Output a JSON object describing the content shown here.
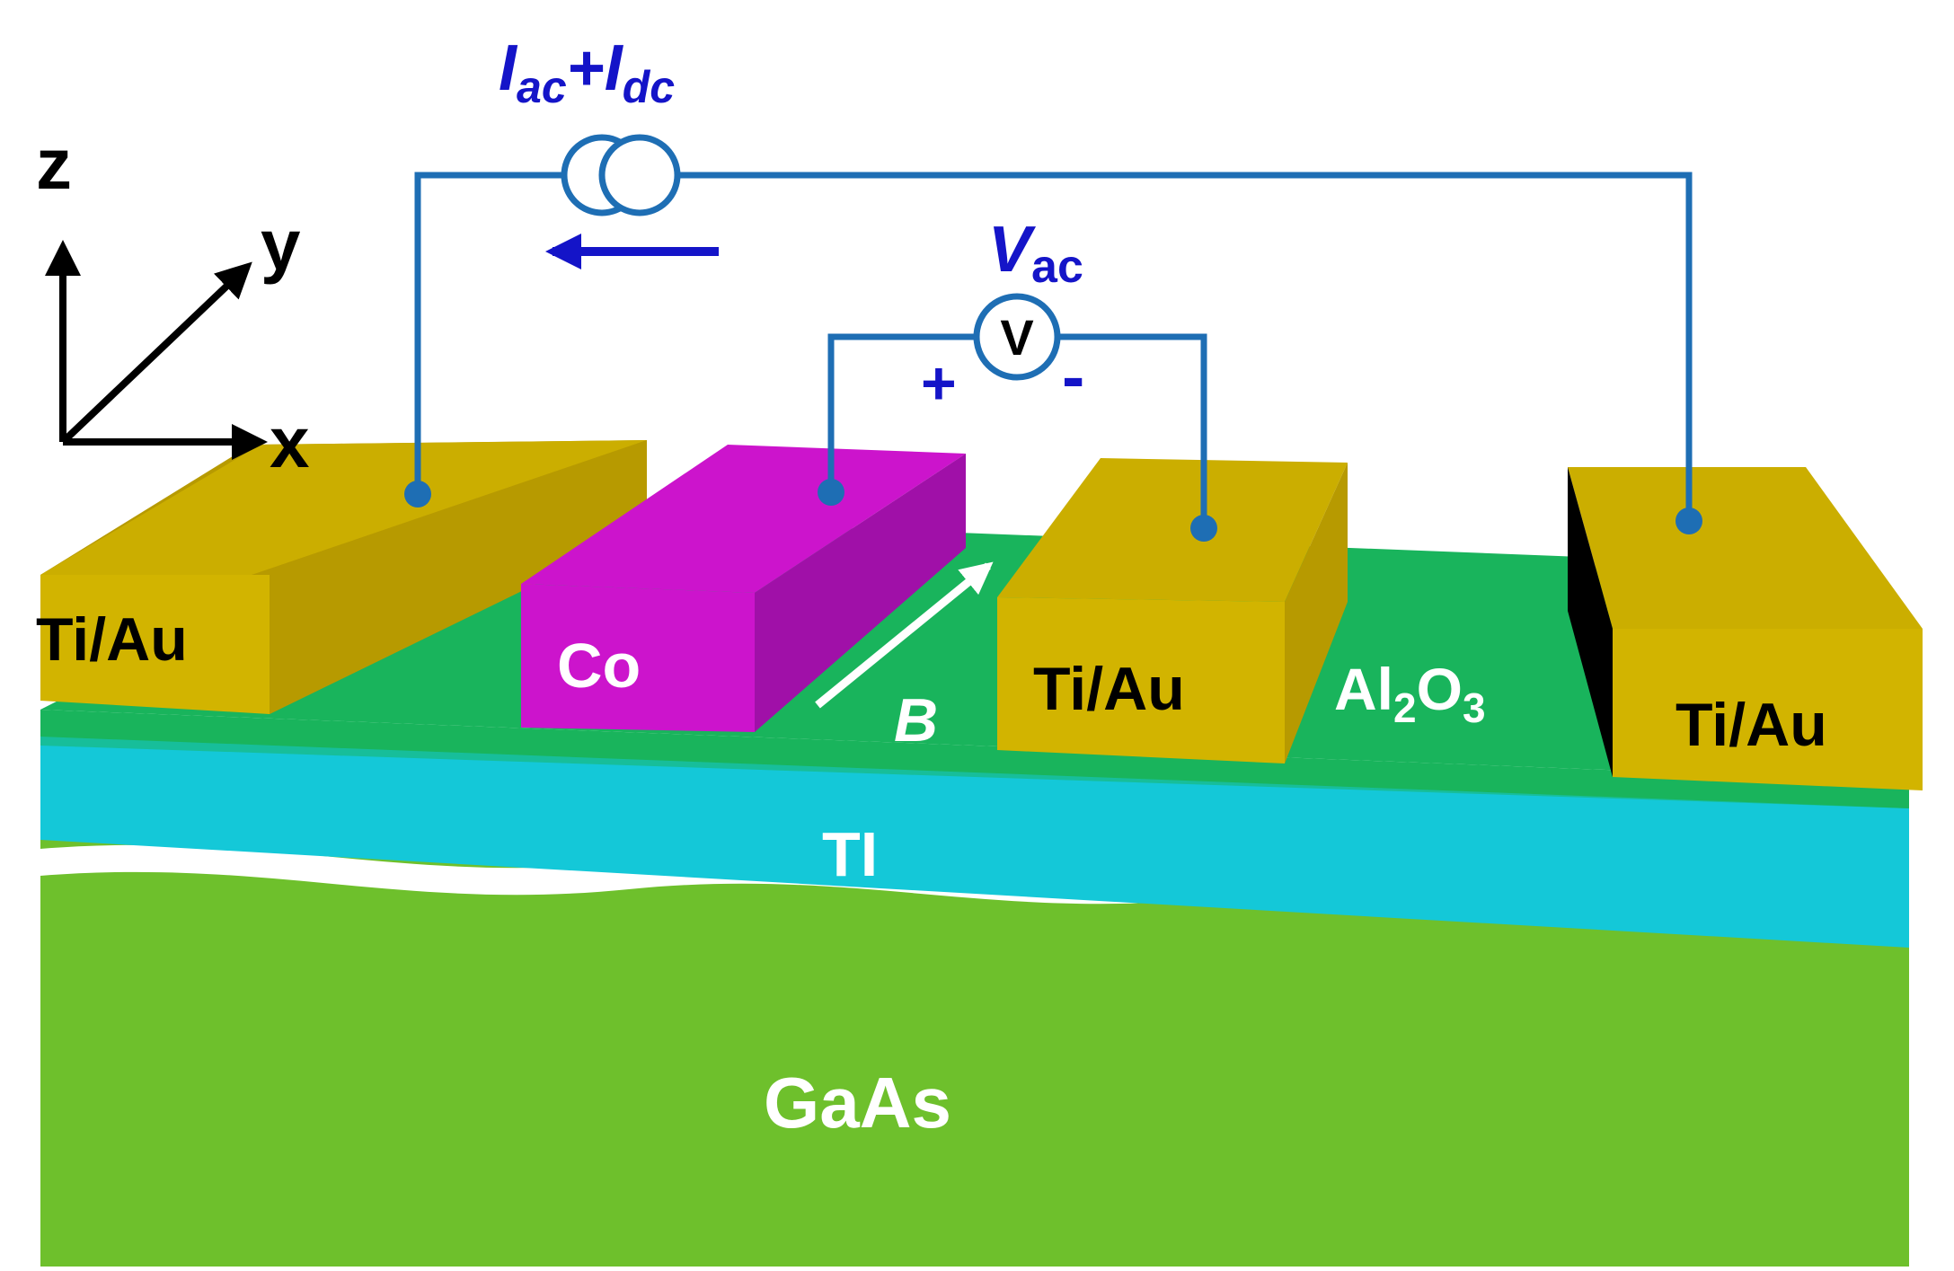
{
  "colors": {
    "gold": "#d2b400",
    "gold_dark": "#b79a00",
    "gold_top": "#cbae00",
    "cobalt": "#cc14cc",
    "cobalt_dark": "#a010a8",
    "oxide": "#19b45c",
    "ti_layer": "#14c8d8",
    "gaas": "#6ec02c",
    "wire": "#1e6eb4",
    "blue_text": "#1414c8",
    "white": "#ffffff",
    "black": "#000000"
  },
  "axes": {
    "z": "z",
    "y": "y",
    "x": "x"
  },
  "source": {
    "current_symbol": "I",
    "ac_sub": "ac",
    "plus": "+",
    "dc_sub": "dc"
  },
  "voltmeter": {
    "symbol": "V",
    "sub": "ac",
    "meter_label": "V",
    "plus": "+",
    "minus": "-"
  },
  "electrodes": {
    "left": "Ti/Au",
    "cobalt": "Co",
    "middle": "Ti/Au",
    "right": "Ti/Au"
  },
  "layers": {
    "oxide_main": "Al",
    "oxide_sub1": "2",
    "oxide_mid": "O",
    "oxide_sub2": "3",
    "ti": "TI",
    "substrate": "GaAs"
  },
  "field_label": "B",
  "icons": {
    "current_source": "current-source-icon",
    "voltmeter": "voltmeter-icon",
    "current_direction": "left-arrow-icon",
    "field_direction": "diagonal-arrow-icon"
  }
}
